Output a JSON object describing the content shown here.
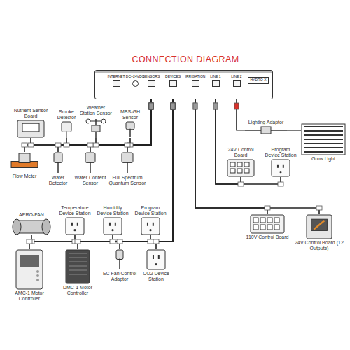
{
  "diagram": {
    "title": "CONNECTION DIAGRAM",
    "nodes": [
      {
        "text": [
          "INTERNET",
          "DC~24VDC",
          "SENSORS",
          "DEVICES",
          "IRRIGATION",
          "LINE 1",
          "LINE 2",
          "HYDRO-X"
        ]
      },
      {
        "text": [
          "Nutrient Sensor Board"
        ]
      },
      {
        "text": [
          "Smoke Detector"
        ]
      },
      {
        "text": [
          "Weather Station Sensor"
        ]
      },
      {
        "text": [
          "MBS-GH Sensor"
        ]
      },
      {
        "text": [
          "Flow Meter"
        ]
      },
      {
        "text": [
          "Water Detector"
        ]
      },
      {
        "text": [
          "Water Content Sensor"
        ]
      },
      {
        "text": [
          "Full Spectrum Quantum Sensor"
        ]
      },
      {
        "text": [
          "AERO-FAN"
        ]
      },
      {
        "text": [
          "Temperature Device Station"
        ]
      },
      {
        "text": [
          "Humidity Device Station"
        ]
      },
      {
        "text": [
          "Program Device Station"
        ]
      },
      {
        "text": [
          "AMC-1 Motor Controller"
        ]
      },
      {
        "text": [
          "DMC-1 Motor Controller"
        ]
      },
      {
        "text": [
          "EC Fan Control Adaptor"
        ]
      },
      {
        "text": [
          "CO2 Device Station"
        ]
      },
      {
        "text": [
          "Lighting Adaptor"
        ]
      },
      {
        "text": [
          "Grow Light"
        ]
      },
      {
        "text": [
          "24V Control Board"
        ]
      },
      {
        "text": [
          "Program Device Station"
        ]
      },
      {
        "text": [
          "110V Control Board"
        ]
      },
      {
        "text": [
          "24V Control Board (12 Outputs)"
        ]
      }
    ],
    "edges": [
      {
        "from": 0,
        "to": 1,
        "arrow": "none"
      },
      {
        "from": 0,
        "to": 2,
        "arrow": "none"
      },
      {
        "from": 0,
        "to": 3,
        "arrow": "none"
      },
      {
        "from": 0,
        "to": 4,
        "arrow": "none"
      },
      {
        "from": 0,
        "to": 5,
        "arrow": "none"
      },
      {
        "from": 0,
        "to": 6,
        "arrow": "none"
      },
      {
        "from": 0,
        "to": 7,
        "arrow": "none"
      },
      {
        "from": 0,
        "to": 8,
        "arrow": "none"
      },
      {
        "from": 0,
        "to": 9,
        "arrow": "none"
      },
      {
        "from": 0,
        "to": 10,
        "arrow": "none"
      },
      {
        "from": 0,
        "to": 11,
        "arrow": "none"
      },
      {
        "from": 0,
        "to": 12,
        "arrow": "none"
      },
      {
        "from": 0,
        "to": 13,
        "arrow": "none"
      },
      {
        "from": 0,
        "to": 14,
        "arrow": "none"
      },
      {
        "from": 0,
        "to": 15,
        "arrow": "none"
      },
      {
        "from": 0,
        "to": 16,
        "arrow": "none"
      },
      {
        "from": 0,
        "to": 17,
        "arrow": "none"
      },
      {
        "from": 17,
        "to": 18,
        "arrow": "none"
      },
      {
        "from": 0,
        "to": 19,
        "arrow": "none"
      },
      {
        "from": 0,
        "to": 20,
        "arrow": "none"
      },
      {
        "from": 0,
        "to": 21,
        "arrow": "none"
      },
      {
        "from": 0,
        "to": 22,
        "arrow": "none"
      }
    ]
  }
}
